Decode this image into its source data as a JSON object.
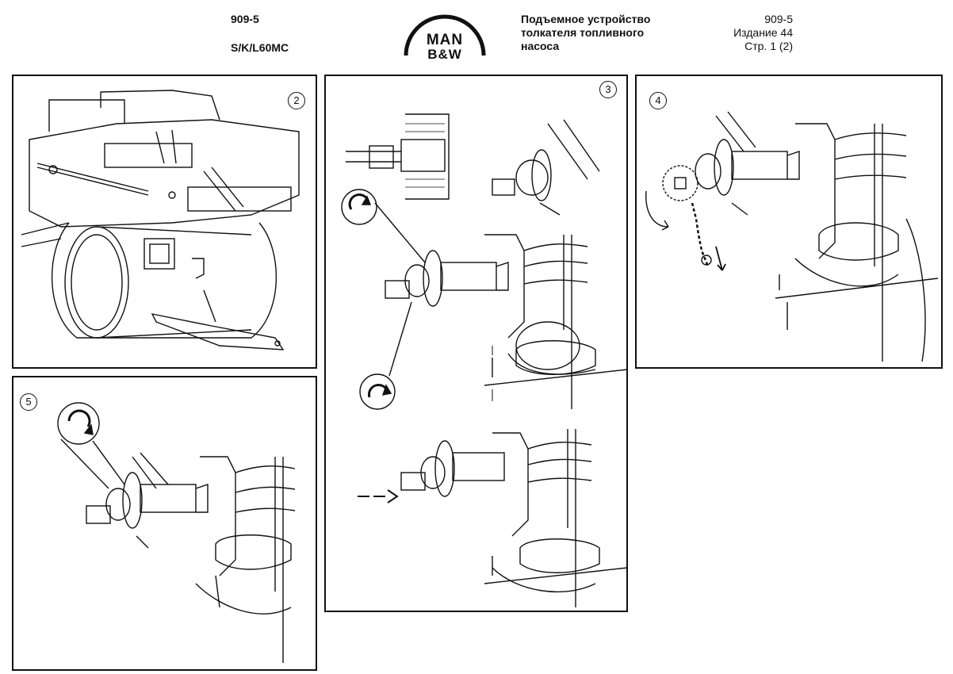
{
  "header": {
    "doc_number": "909-5",
    "model": "S/K/L60MC",
    "title_lines": [
      "Подъемное устройство",
      "толкателя топливного",
      "насоса"
    ],
    "meta_lines": [
      "909-5",
      "Издание 44",
      "Стр. 1 (2)"
    ]
  },
  "logo": {
    "line1": "MAN",
    "line2": "B&W"
  },
  "figures": [
    {
      "number": "2"
    },
    {
      "number": "3"
    },
    {
      "number": "4"
    },
    {
      "number": "5"
    }
  ]
}
